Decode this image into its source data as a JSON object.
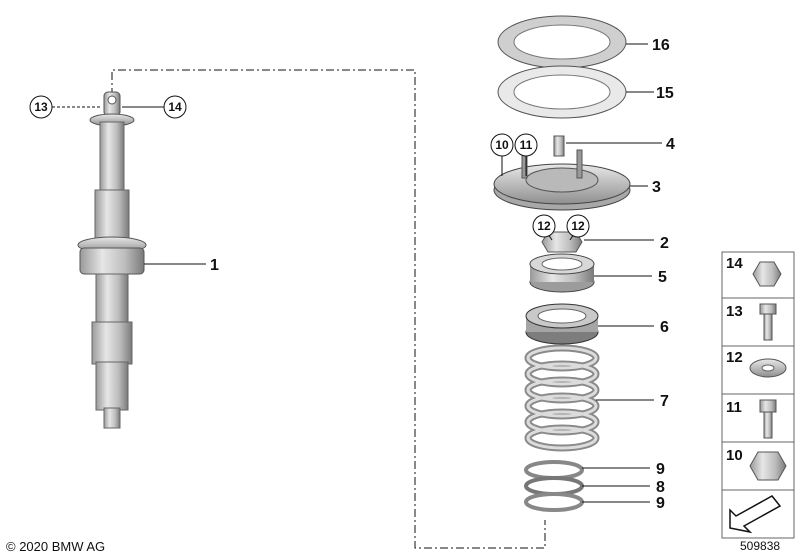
{
  "callouts": {
    "c1": "1",
    "c2": "2",
    "c3": "3",
    "c4": "4",
    "c5": "5",
    "c6": "6",
    "c7": "7",
    "c8": "8",
    "c9a": "9",
    "c9b": "9",
    "c15": "15",
    "c16": "16"
  },
  "circled": {
    "a13": "13",
    "a14": "14",
    "a10": "10",
    "a11": "11",
    "a12a": "12",
    "a12b": "12"
  },
  "legend": [
    "14",
    "13",
    "12",
    "11",
    "10"
  ],
  "footer": {
    "copyright": "© 2020 BMW AG",
    "ref": "509838"
  },
  "colors": {
    "line": "#111111",
    "metal_light": "#d9d9d9",
    "metal_dark": "#8a8a8a",
    "box_border": "#555555"
  }
}
